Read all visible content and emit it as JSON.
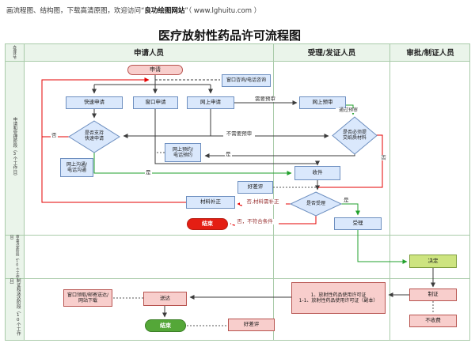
{
  "banner": {
    "prefix": "画流程图、结构图，下载高清原图，欢迎访问“",
    "site": "良功绘图网站",
    "suffix": "”（ www.lghuitu.com ）"
  },
  "title": "医疗放射性药品许可流程图",
  "grid": {
    "corner": "办理环节",
    "col_applicant": "申请人员",
    "col_acceptance": "受理/发证人员",
    "col_approval": "审批/制证人员",
    "stage_apply": "申请和受理阶段（3个工作日）",
    "stage_review": "审查决定阶段（10个工作日）",
    "stage_cert": "制证和送达阶段（10个工作日）"
  },
  "nodes": {
    "apply": "申请",
    "consult": "窗口咨询/电话咨询",
    "quick_apply": "快速申请",
    "window_apply": "窗口申请",
    "online_apply": "网上申请",
    "support_quick": "是否支持\n快速申请",
    "online_booking": "网上预约/\n电话预约",
    "online_comm": "网上沟通/\n电话沟通",
    "online_preview": "网上预审",
    "need_paper": "是否必须提\n交纸质材料",
    "receive": "收件",
    "rating1": "好差评",
    "accept_q": "是否受理",
    "accept": "受理",
    "correction": "材料补正",
    "end_fail": "结束",
    "decide": "决定",
    "license": "1、放射性药品使用许可证\n1-1、放射性药品使用许可证（副本）",
    "make_cert": "制证",
    "no_fee": "不收费",
    "deliver": "送达",
    "pickup": "窗口领取/邮寄送达/\n网站下载",
    "end_ok": "结束",
    "rating2": "好差评"
  },
  "edge_labels": {
    "need_preview": "需要预审",
    "no_need_preview": "不需要预审",
    "pass_preview": "通过预审",
    "paper_yes": "是",
    "paper_no": "否",
    "support_no": "否",
    "support_yes": "是",
    "accept_yes": "是",
    "need_fix": "否,材料需补正",
    "not_qualified": "否，不符合条件"
  },
  "colors": {
    "node_blue_fill": "#DAE8FC",
    "node_blue_stroke": "#6C8EBF",
    "node_pink_fill": "#F8CECC",
    "node_pink_stroke": "#B85450",
    "node_lime_fill": "#CDE480",
    "node_lime_stroke": "#7E9E3D",
    "end_red_fill": "#E41E13",
    "end_green_fill": "#54A738",
    "line_black": "#3b3b3b",
    "line_red": "#E60000",
    "line_green": "#22A12C",
    "grid_green": "#A9CBA9",
    "band_bg": "#EAF4EA"
  }
}
